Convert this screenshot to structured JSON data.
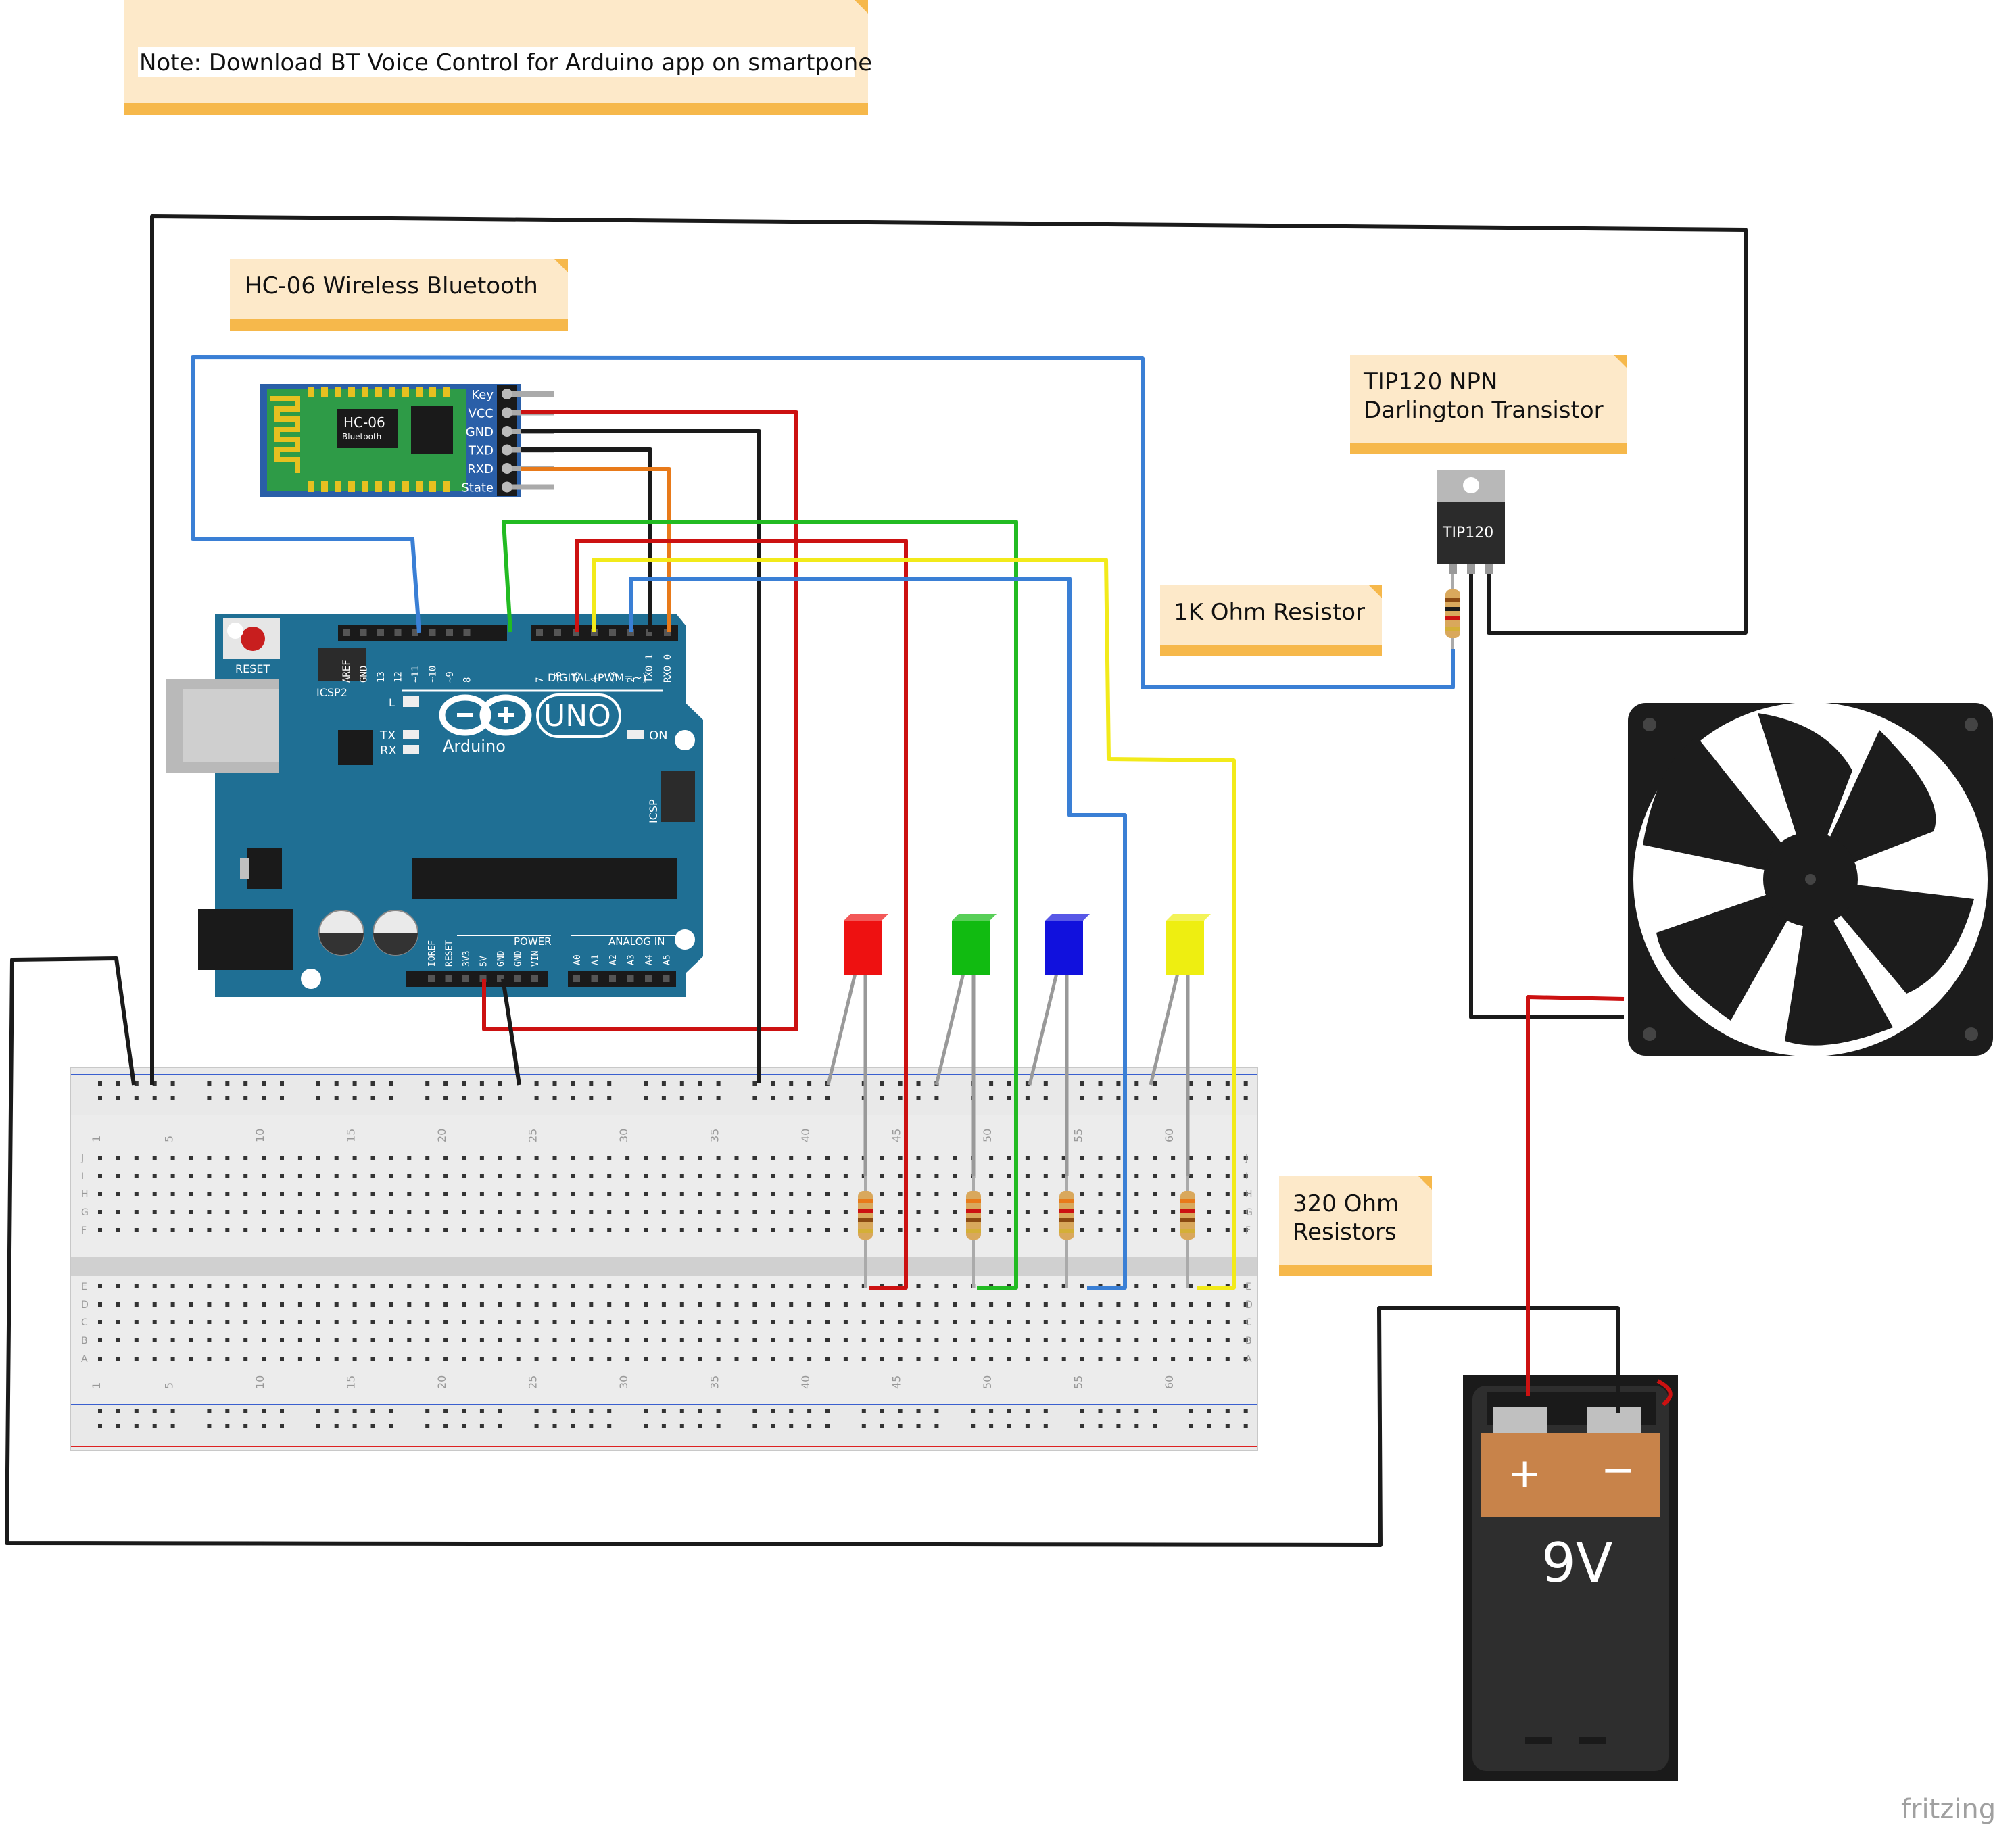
{
  "notes": {
    "download": "Note: Download BT Voice Control for Arduino app on smartpone",
    "bluetooth": "HC-06 Wireless Bluetooth",
    "transistor_line1": "TIP120 NPN",
    "transistor_line2": "Darlington Transistor",
    "resistor_1k": "1K  Ohm Resistor",
    "resistors_320_line1": "320 Ohm",
    "resistors_320_line2": "Resistors"
  },
  "hc06": {
    "chip_line1": "HC-06",
    "chip_line2": "Bluetooth",
    "pins": [
      "Key",
      "VCC",
      "GND",
      "TXD",
      "RXD",
      "State"
    ]
  },
  "arduino": {
    "reset": "RESET",
    "icsp2": "ICSP2",
    "uno": "UNO",
    "brand": "Arduino",
    "digital": "DIGITAL (PWM=~)",
    "led_l": "L",
    "led_tx": "TX",
    "led_rx": "RX",
    "on": "ON",
    "icsp": "ICSP",
    "power": "POWER",
    "analog": "ANALOG IN",
    "top_pins": [
      "AREF",
      "GND",
      "13",
      "12",
      "~11",
      "~10",
      "~9",
      "8",
      "7",
      "~6",
      "~5",
      "4",
      "~3",
      "2",
      "TX0 1",
      "RX0 0"
    ],
    "power_pins": [
      "IOREF",
      "RESET",
      "3V3",
      "5V",
      "GND",
      "GND",
      "VIN"
    ],
    "analog_pins": [
      "A0",
      "A1",
      "A2",
      "A3",
      "A4",
      "A5"
    ]
  },
  "breadboard": {
    "column_numbers": [
      "1",
      "5",
      "10",
      "15",
      "20",
      "25",
      "30",
      "35",
      "40",
      "45",
      "50",
      "55",
      "60"
    ],
    "rows_top": [
      "J",
      "I",
      "H",
      "G",
      "F"
    ],
    "rows_bottom": [
      "E",
      "D",
      "C",
      "B",
      "A"
    ]
  },
  "transistor": {
    "label": "TIP120"
  },
  "battery": {
    "plus": "+",
    "minus": "−",
    "voltage": "9V"
  },
  "watermark": "fritzing",
  "colors": {
    "wire_black": "#1a1a1a",
    "wire_red": "#cc1111",
    "wire_blue": "#3a7fd5",
    "wire_green": "#22bb22",
    "wire_yellow": "#f2ea1a",
    "wire_orange": "#e87a1a",
    "note_fill": "#fde9c9",
    "note_bar": "#f6b84b",
    "arduino_blue": "#1f6f94",
    "hc06_blue": "#2a5fa8",
    "hc06_green": "#2e9b47",
    "led_red": "#e11",
    "led_green": "#1b1",
    "led_blue": "#11d",
    "led_yellow": "#ee1"
  }
}
